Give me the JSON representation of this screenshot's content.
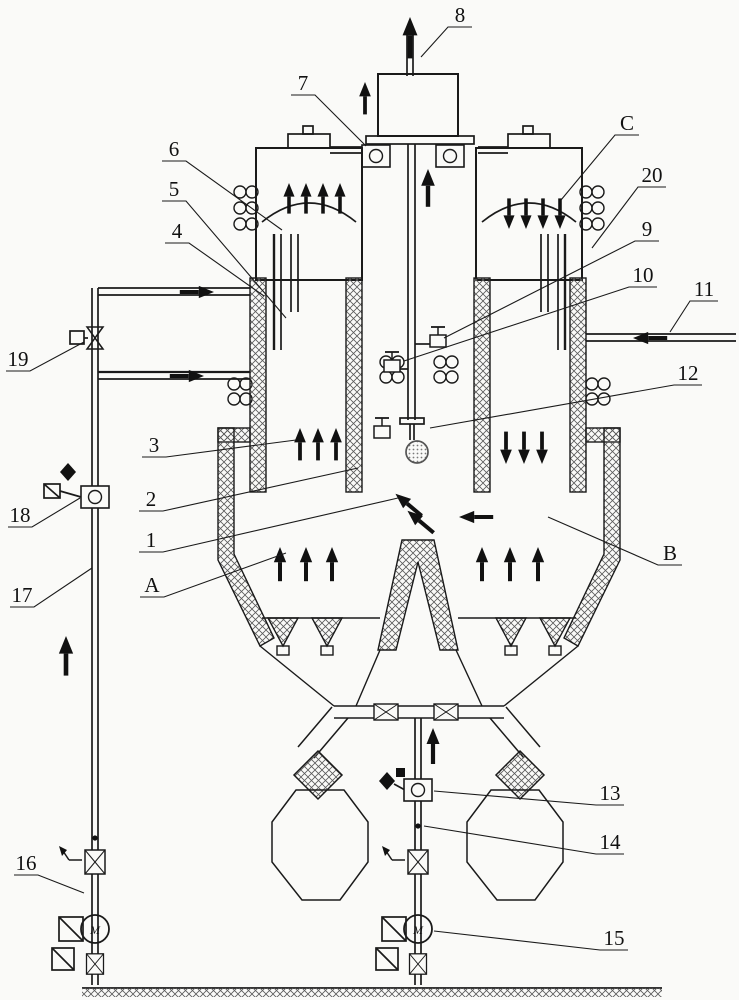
{
  "figure": {
    "labels": {
      "n1": "1",
      "n2": "2",
      "n3": "3",
      "n4": "4",
      "n5": "5",
      "n6": "6",
      "n7": "7",
      "n8": "8",
      "n9": "9",
      "n10": "10",
      "n11": "11",
      "n12": "12",
      "n13": "13",
      "n14": "14",
      "n15": "15",
      "n16": "16",
      "n17": "17",
      "n18": "18",
      "n19": "19",
      "n20": "20",
      "A": "A",
      "B": "B",
      "C": "C"
    },
    "pump_motor_label": "M"
  }
}
